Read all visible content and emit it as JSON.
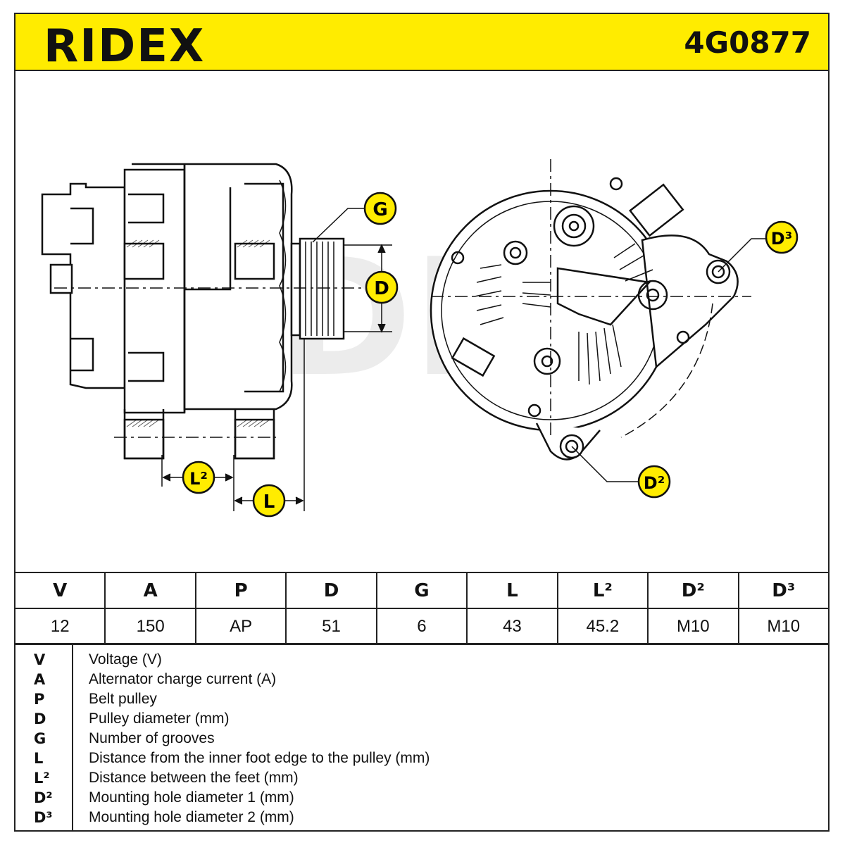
{
  "header": {
    "brand": "RIDEX",
    "part_number": "4G0877",
    "accent_color": "#ffec00"
  },
  "drawing": {
    "labels": {
      "g": "G",
      "d": "D",
      "d3": "D³",
      "d2": "D²",
      "l2": "L²",
      "l": "L"
    },
    "callout_color": "#ffec00",
    "watermark": "RIDEX"
  },
  "specs": {
    "headers": [
      "V",
      "A",
      "P",
      "D",
      "G",
      "L",
      "L²",
      "D²",
      "D³"
    ],
    "values": [
      "12",
      "150",
      "AP",
      "51",
      "6",
      "43",
      "45.2",
      "M10",
      "M10"
    ]
  },
  "legend": [
    {
      "key": "V",
      "desc": "Voltage (V)"
    },
    {
      "key": "A",
      "desc": "Alternator charge current (A)"
    },
    {
      "key": "P",
      "desc": "Belt pulley"
    },
    {
      "key": "D",
      "desc": "Pulley diameter (mm)"
    },
    {
      "key": "G",
      "desc": "Number of grooves"
    },
    {
      "key": "L",
      "desc": "Distance from the inner foot edge to the pulley (mm)"
    },
    {
      "key": "L²",
      "desc": "Distance between the feet (mm)"
    },
    {
      "key": "D²",
      "desc": "Mounting hole diameter 1 (mm)"
    },
    {
      "key": "D³",
      "desc": "Mounting hole diameter 2 (mm)"
    }
  ]
}
